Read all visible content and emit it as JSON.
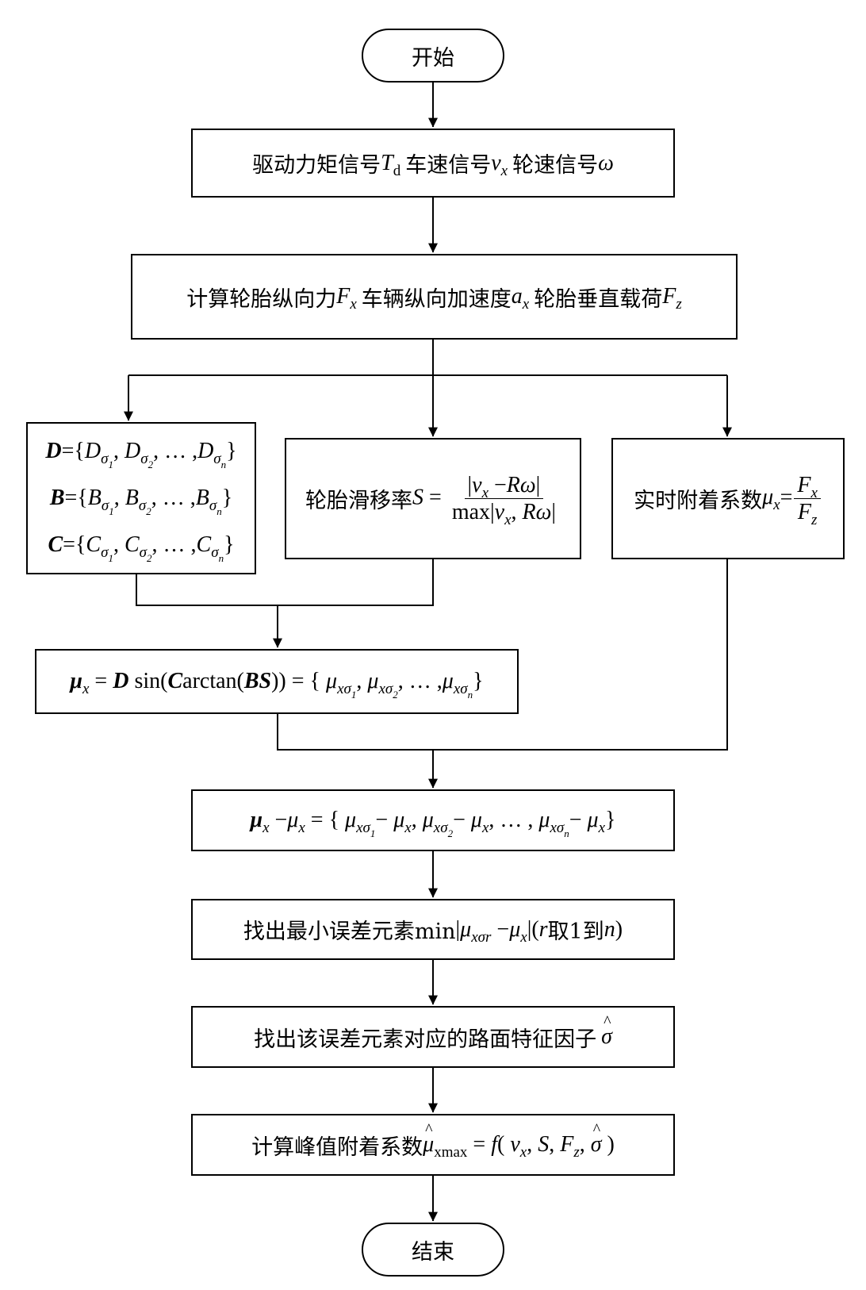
{
  "nodes": {
    "start": "开始",
    "input": {
      "text1": "驱动力矩信号",
      "text2": "车速信号",
      "text3": "轮速信号"
    },
    "compute": {
      "text1": "计算轮胎纵向力",
      "text2": "车辆纵向加速度",
      "text3": "轮胎垂直载荷"
    },
    "params": {
      "d_row": "D={Dσ1, Dσ2, … ,Dσn}",
      "b_row": "B={Bσ1, Bσ2, … ,Bσn}",
      "c_row": "C={Cσ1, Cσ2, … ,Cσn}"
    },
    "slip": {
      "label": "轮胎滑移率"
    },
    "realtime": {
      "label": "实时附着系数"
    },
    "model": "μx = D sin(Carctan(BS)) = { μxσ1, μxσ2, … ,μxσn}",
    "error": "μx −μx = { μxσ1− μx, μxσ2− μx, … , μxσn− μx}",
    "findmin": {
      "text": "找出最小误差元素min",
      "take": "取1到"
    },
    "findfactor": "找出该误差元素对应的路面特征因子",
    "peak": "计算峰值附着系数",
    "end": "结束"
  }
}
